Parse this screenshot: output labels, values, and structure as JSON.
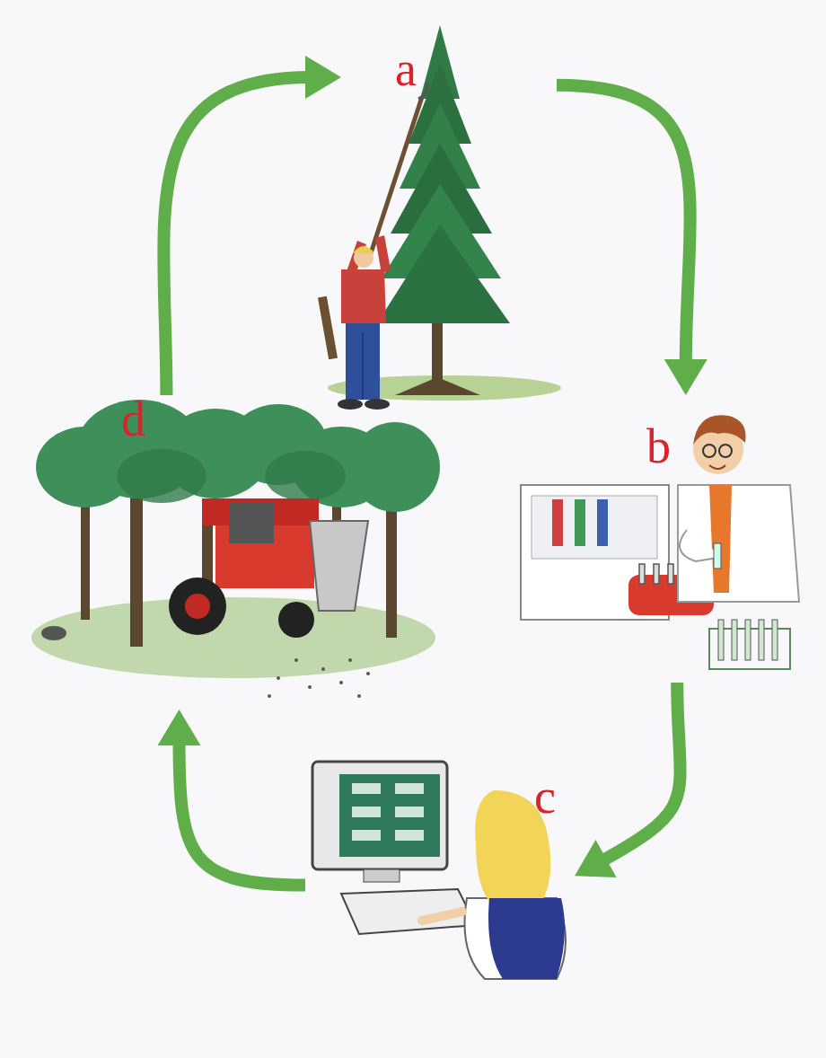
{
  "diagram": {
    "nodes": [
      {
        "text": [
          "a"
        ]
      },
      {
        "text": [
          "b"
        ]
      },
      {
        "text": [
          "c"
        ]
      },
      {
        "text": [
          "d"
        ]
      }
    ],
    "edges": [
      {
        "from": 0,
        "to": 1,
        "arrow": "to"
      },
      {
        "from": 1,
        "to": 2,
        "arrow": "to"
      },
      {
        "from": 2,
        "to": 3,
        "arrow": "to"
      },
      {
        "from": 3,
        "to": 0,
        "arrow": "to"
      }
    ]
  }
}
